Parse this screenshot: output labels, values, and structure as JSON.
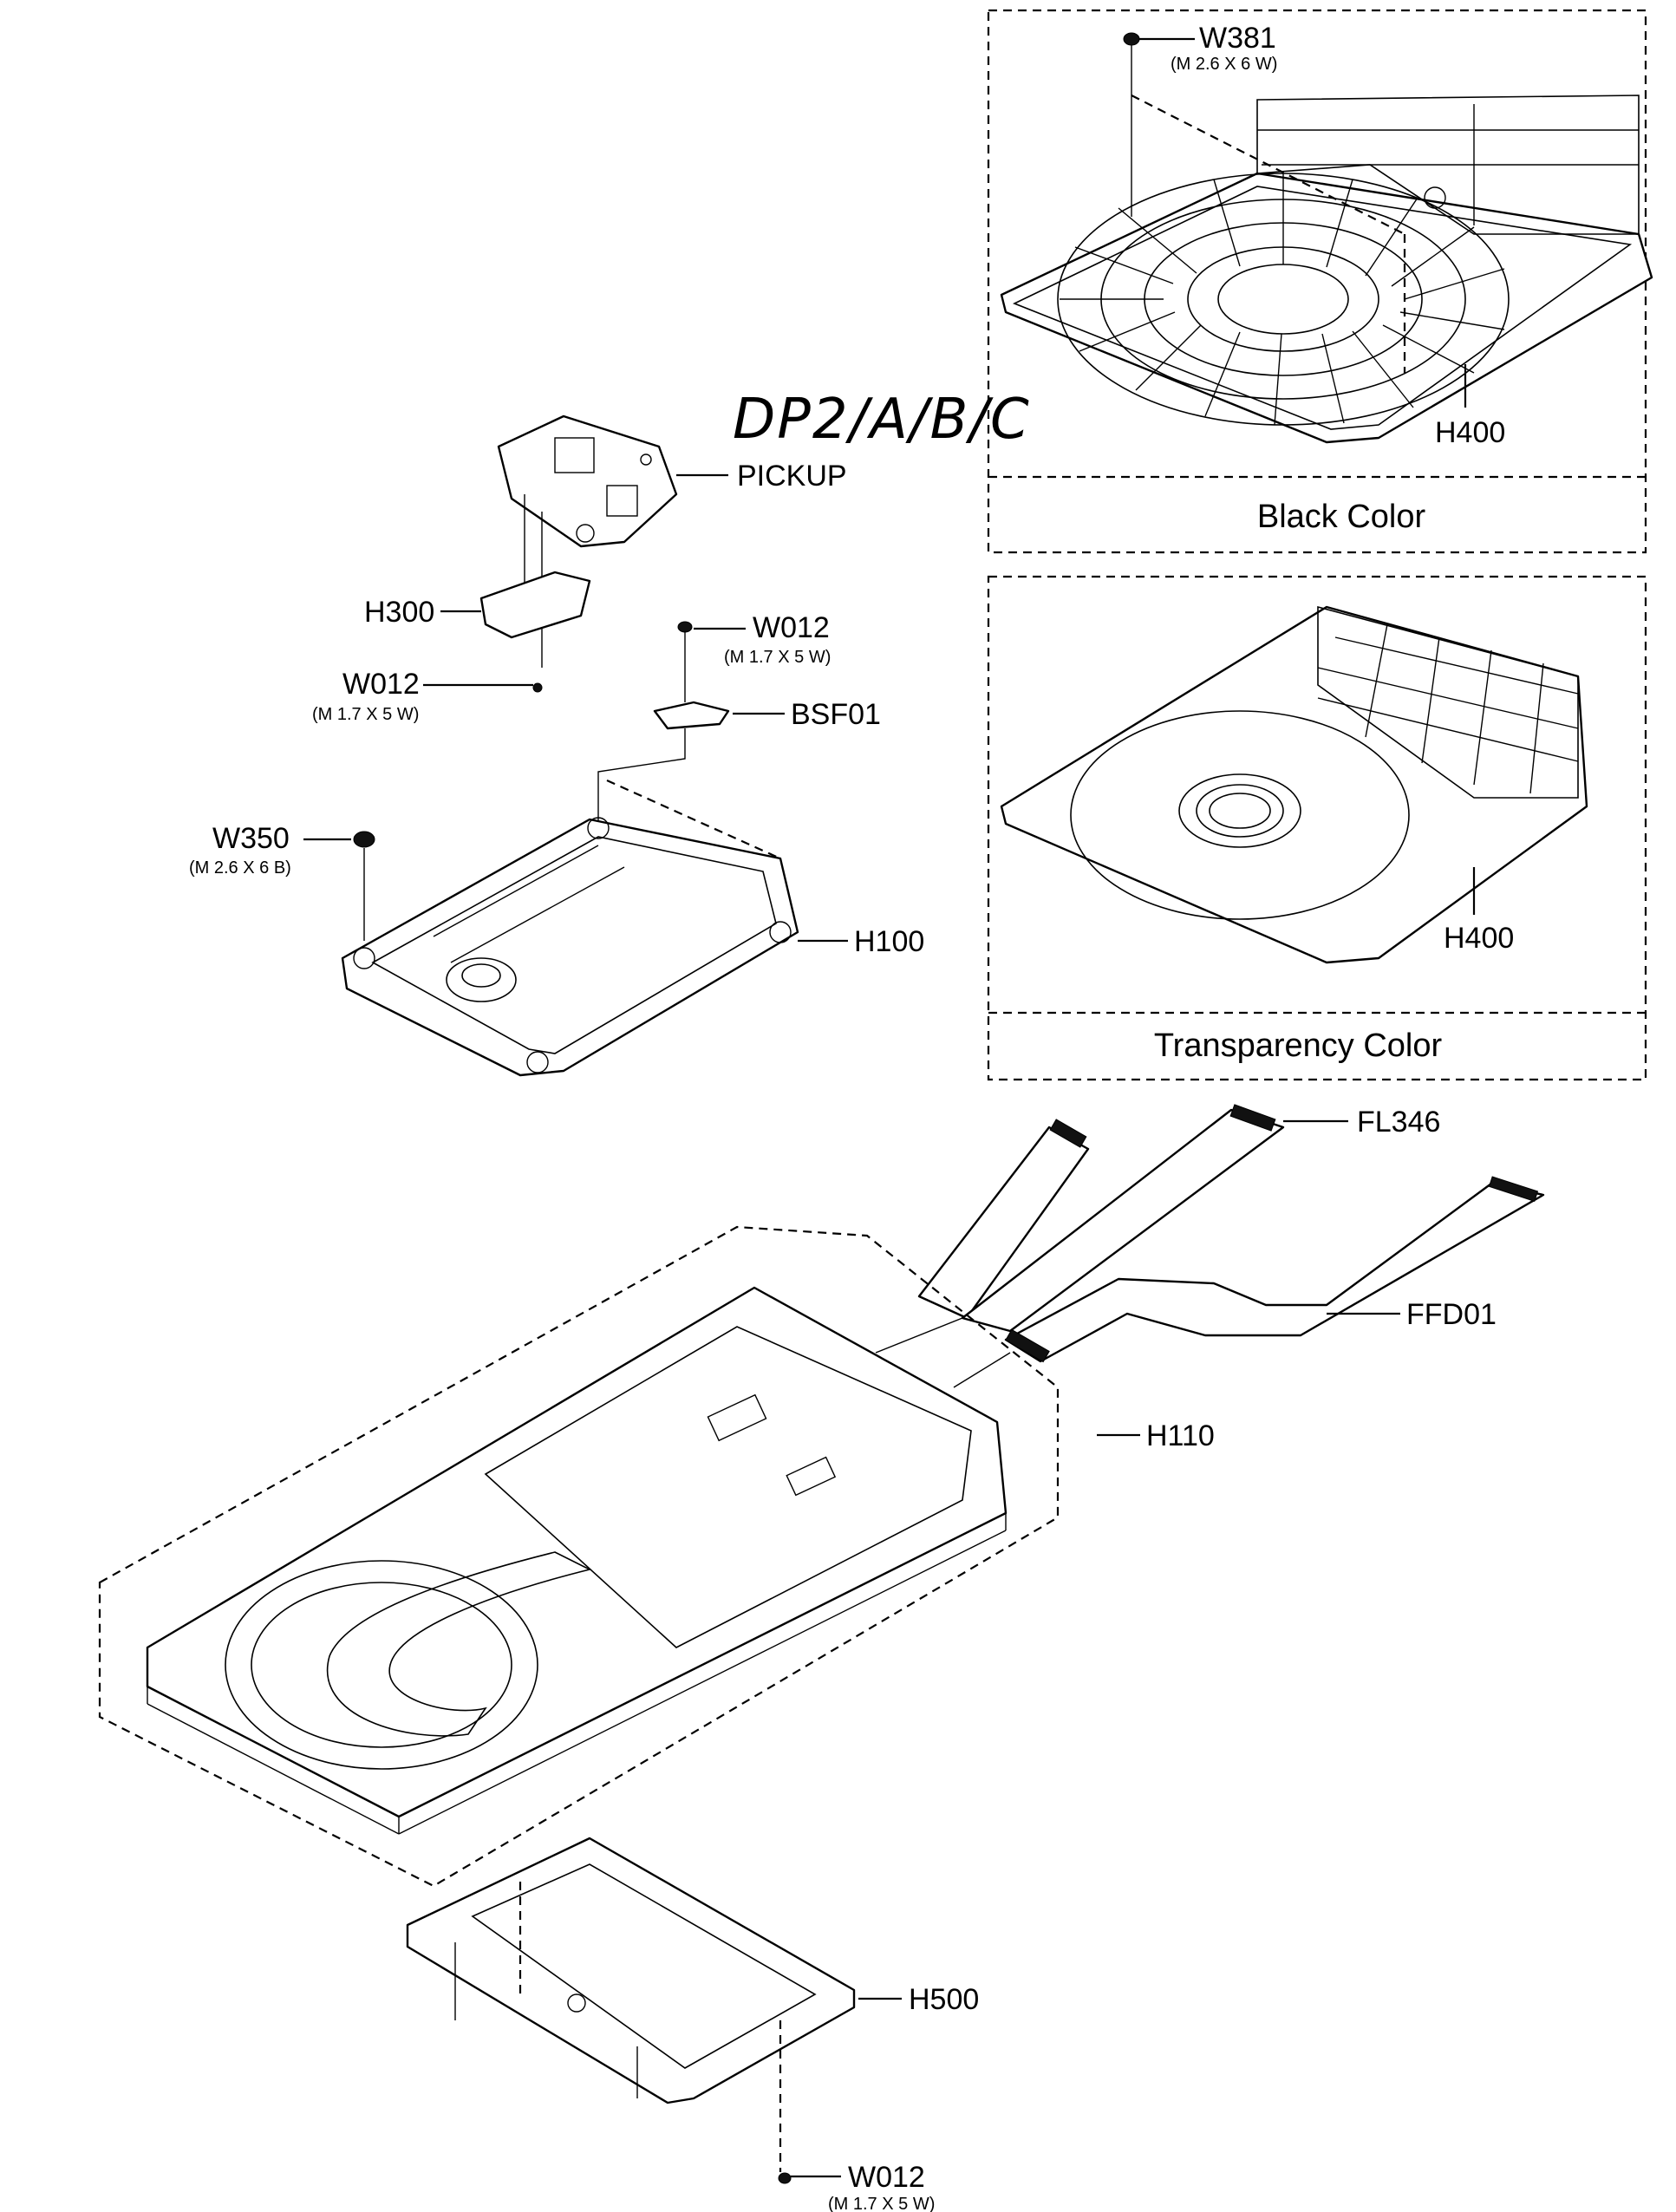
{
  "title": "DP2/A/B/C",
  "sections": {
    "black_color": "Black Color",
    "transparency_color": "Transparency Color"
  },
  "parts": {
    "w381": {
      "code": "W381",
      "spec": "(M 2.6 X 6 W)"
    },
    "h400_black": {
      "code": "H400"
    },
    "h400_trans": {
      "code": "H400"
    },
    "pickup": {
      "code": "PICKUP"
    },
    "h300": {
      "code": "H300"
    },
    "w012_a": {
      "code": "W012",
      "spec": "(M 1.7 X 5 W)"
    },
    "w012_b": {
      "code": "W012",
      "spec": "(M 1.7 X 5 W)"
    },
    "bsf01": {
      "code": "BSF01"
    },
    "w350": {
      "code": "W350",
      "spec": "(M 2.6 X 6 B)"
    },
    "h100": {
      "code": "H100"
    },
    "fl346": {
      "code": "FL346"
    },
    "ffd01": {
      "code": "FFD01"
    },
    "h110": {
      "code": "H110"
    },
    "h500": {
      "code": "H500"
    },
    "w012_c": {
      "code": "W012",
      "spec": "(M 1.7 X 5 W)"
    }
  }
}
